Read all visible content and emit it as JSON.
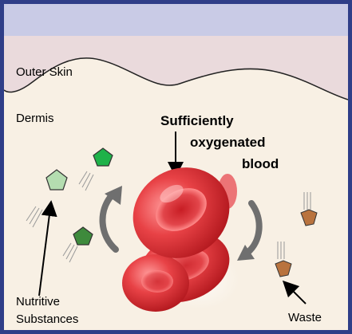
{
  "labels": {
    "outer_skin": "Outer Skin",
    "dermis": "Dermis",
    "title_line1": "Sufficiently",
    "title_line2": "oxygenated",
    "title_line3": "blood",
    "nutritive_line1": "Nutritive",
    "nutritive_line2": "Substances",
    "waste": "Waste"
  },
  "colors": {
    "frame": "#2f3e88",
    "sky": "#c9cbe6",
    "outer_skin": "#eadadc",
    "dermis": "#f8f0e4",
    "blood_cell": "#e03a3d",
    "nutrient_light": "#b4ddb0",
    "nutrient_bright": "#1fb249",
    "nutrient_dark": "#3e8a3c",
    "waste": "#b9733e",
    "rotation_arrow": "#6f6f6f"
  },
  "icons": {
    "nutrient": "pentagon-icon",
    "waste": "waste-particle-icon",
    "rotation": "curved-arrow-icon"
  }
}
